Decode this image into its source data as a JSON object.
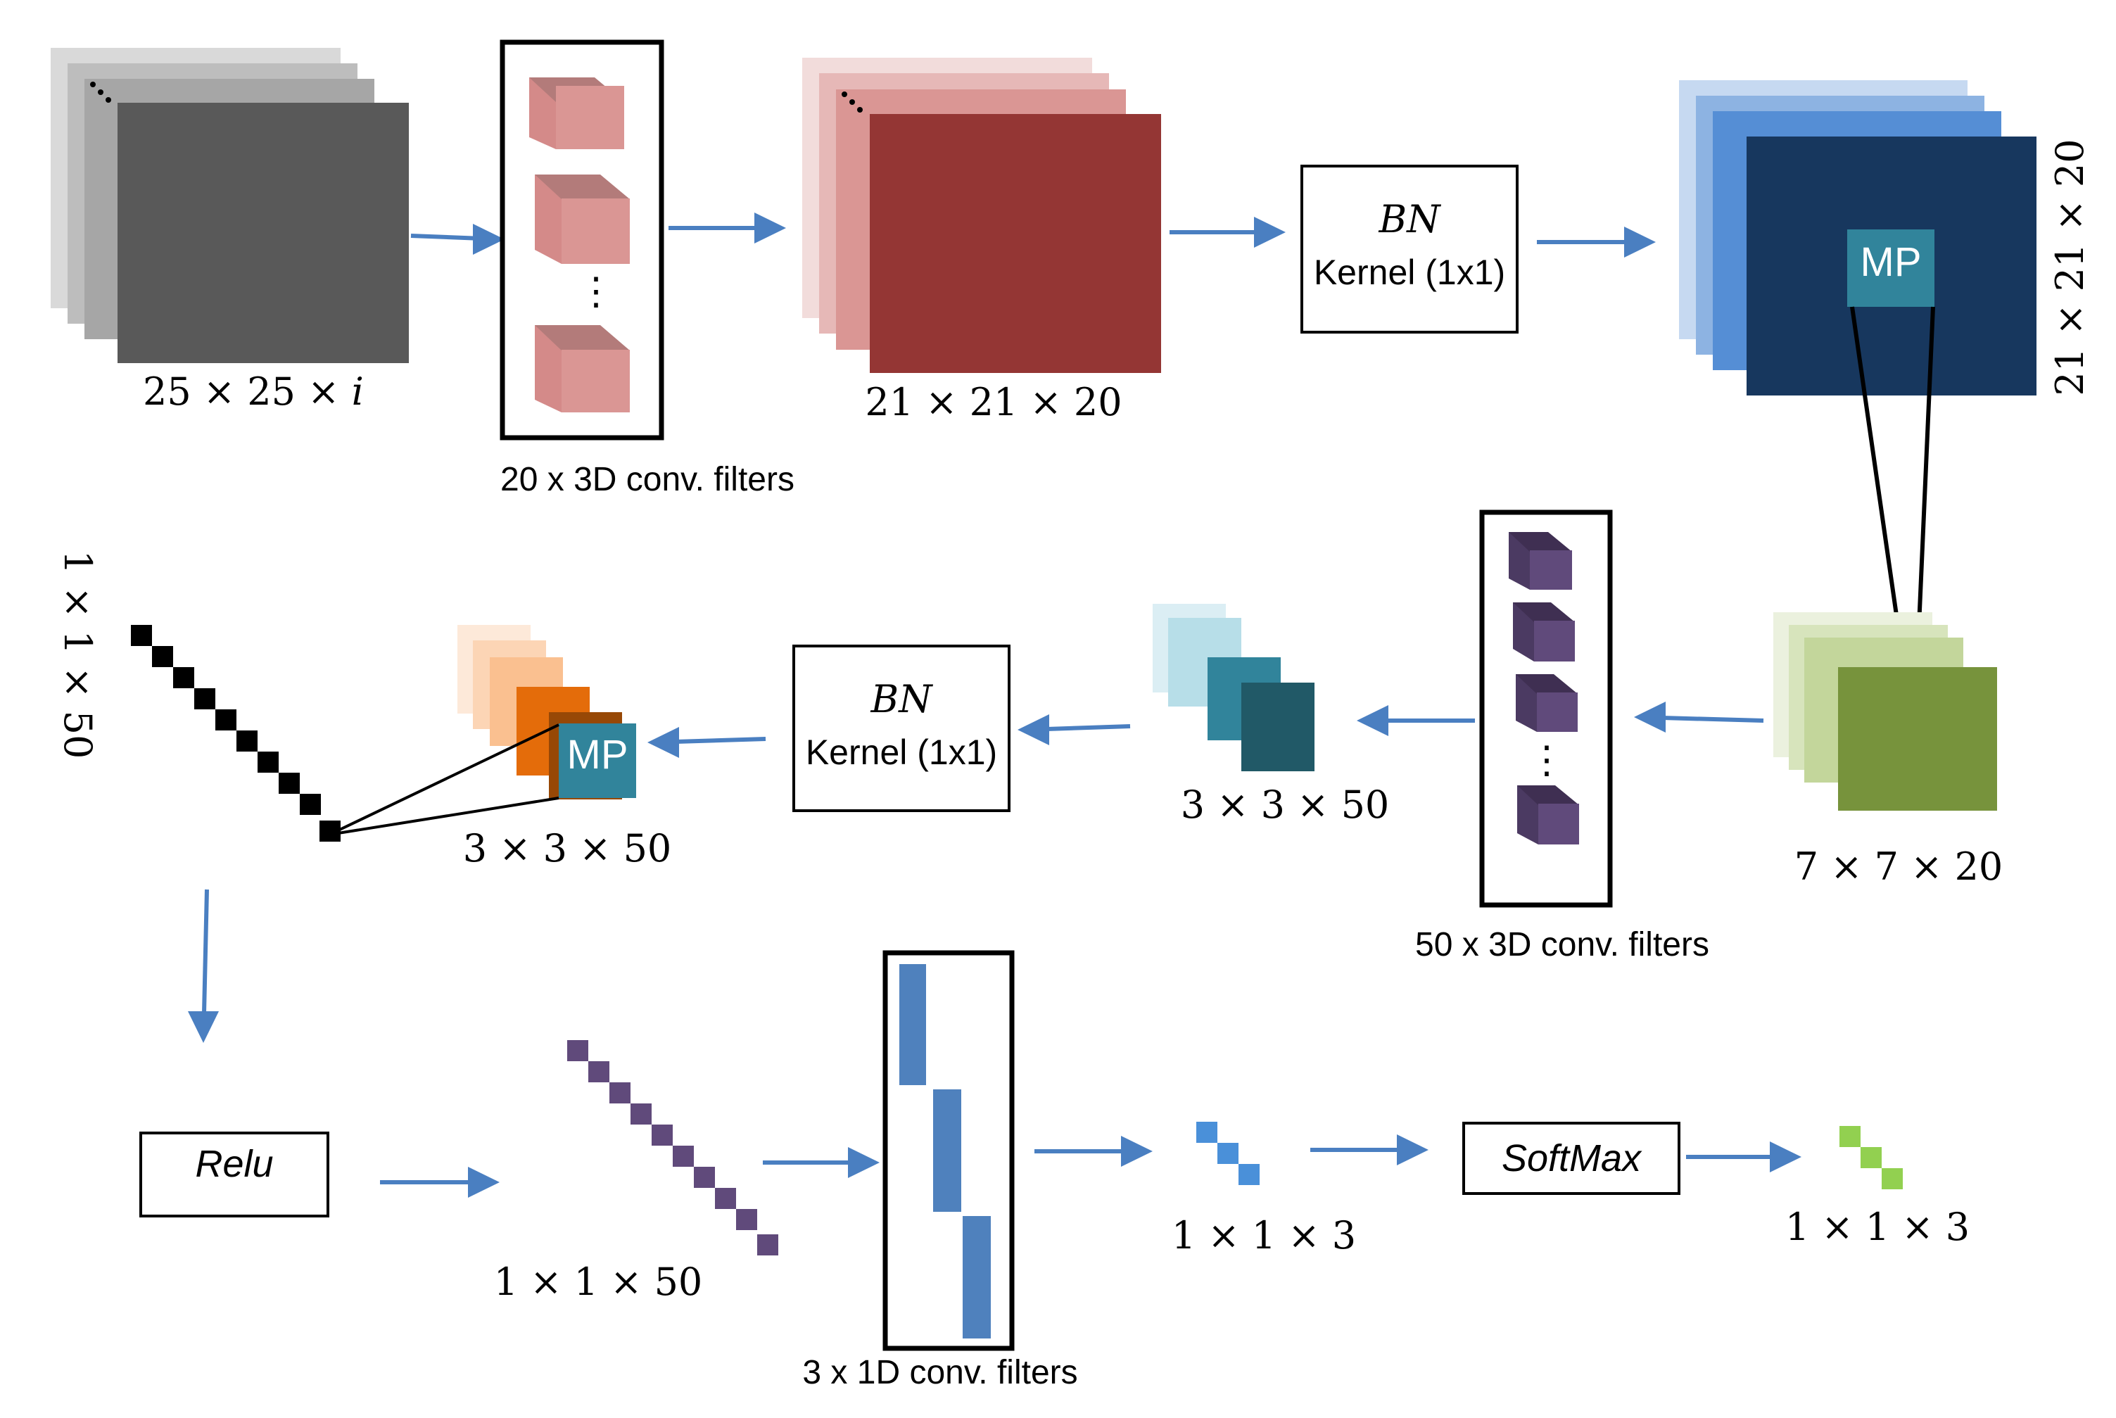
{
  "input": {
    "dim": "25 × 25 × ",
    "dim_var": "i"
  },
  "conv1": {
    "caption": "20 x 3D conv. filters",
    "ellipsis": "⋮"
  },
  "fmap1": {
    "dim": "21 × 21 × 20"
  },
  "bn1": {
    "title": "BN",
    "kernel": "Kernel (1x1)"
  },
  "fmap2": {
    "dim": "21 × 21 × 20",
    "mp": "MP"
  },
  "pool1": {
    "dim": "7 × 7 × 20"
  },
  "conv2": {
    "caption": "50 x 3D conv. filters",
    "ellipsis": "⋮"
  },
  "fmap3": {
    "dim": "3 × 3 × 50"
  },
  "bn2": {
    "title": "BN",
    "kernel": "Kernel (1x1)"
  },
  "fmap4": {
    "dim": "3 × 3 × 50",
    "mp": "MP"
  },
  "flat": {
    "dim": "1 × 1 × 50"
  },
  "relu": {
    "label": "Relu"
  },
  "vec": {
    "dim": "1 × 1 × 50"
  },
  "conv3": {
    "caption": "3 x 1D conv. filters"
  },
  "out1": {
    "dim": "1 × 1 × 3"
  },
  "softmax": {
    "label": "SoftMax"
  },
  "out2": {
    "dim": "1 × 1 × 3"
  },
  "colors": {
    "arrow": "#4a7fc1",
    "gray_layers": [
      "#d9d9d9",
      "#bdbdbd",
      "#a6a6a6",
      "#595959"
    ],
    "red_layers": [
      "#f2dcdb",
      "#e6b8b7",
      "#da9694",
      "#943634"
    ],
    "blue_layers": [
      "#c6d9f1",
      "#8db3e2",
      "#558ed5",
      "#17375e"
    ],
    "mp_teal": "#31849b",
    "green_layers": [
      "#ebf1de",
      "#d7e4bc",
      "#c3d69b",
      "#77933c"
    ],
    "purple_cube": "#604a7b",
    "teal_layers": [
      "#dbeef4",
      "#b7dee8",
      "#31849b",
      "#215967"
    ],
    "orange_layers": [
      "#fde9d9",
      "#fcd5b5",
      "#fac090",
      "#e46c0a"
    ],
    "filter_blue": "#4f81bd",
    "vector_purple": "#604a7b",
    "out_blue": "#4a90d9",
    "out_green": "#92d050"
  }
}
